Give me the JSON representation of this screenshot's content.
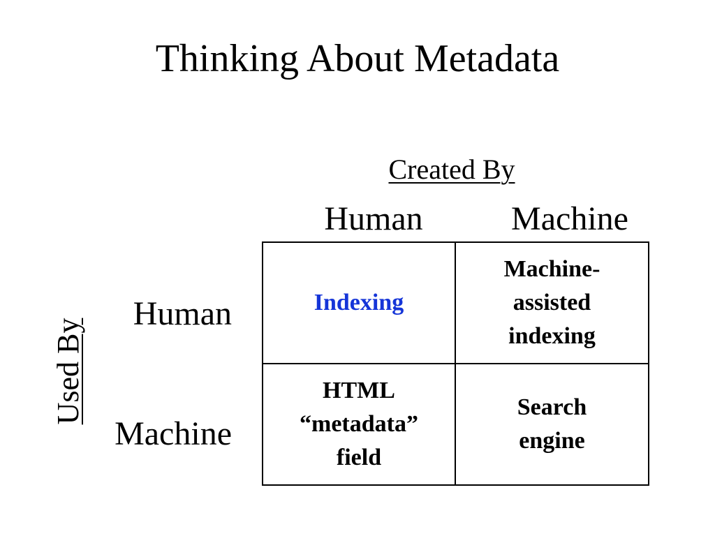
{
  "slide": {
    "title": "Thinking About Metadata"
  },
  "matrix": {
    "column_axis_label": "Created By",
    "row_axis_label": "Used By",
    "columns": [
      "Human",
      "Machine"
    ],
    "rows": [
      "Human",
      "Machine"
    ],
    "cells": [
      [
        "Indexing",
        "Machine-\nassisted\nindexing"
      ],
      [
        "HTML\n“metadata”\nfield",
        "Search\nengine"
      ]
    ],
    "highlight_color": "#1535d8"
  }
}
